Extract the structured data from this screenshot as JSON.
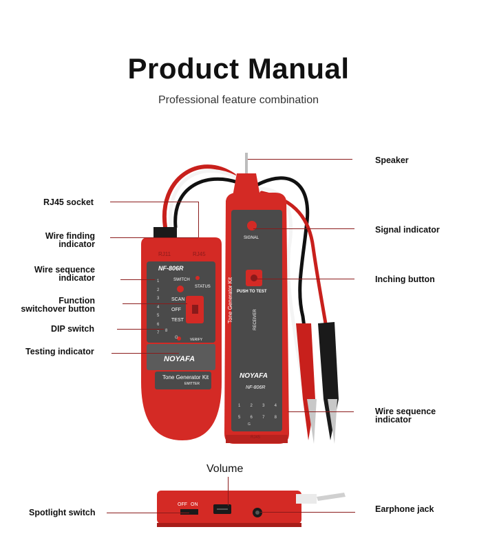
{
  "header": {
    "title": "Product Manual",
    "subtitle": "Professional feature combination"
  },
  "labels_left": {
    "rj45_socket": "RJ45 socket",
    "wire_finding_1": "Wire finding",
    "wire_finding_2": "indicator",
    "wire_sequence_1": "Wire sequence",
    "wire_sequence_2": "indicator",
    "function_1": "Function",
    "function_2": "switchover button",
    "dip_switch": "DIP switch",
    "testing_indicator": "Testing indicator",
    "spotlight_switch": "Spotlight switch"
  },
  "labels_right": {
    "speaker": "Speaker",
    "signal_indicator": "Signal indicator",
    "inching_button": "Inching button",
    "wire_sequence_1": "Wire sequence",
    "wire_sequence_2": "indicator",
    "earphone_jack": "Earphone jack"
  },
  "volume_label": "Volume",
  "emitter": {
    "model": "NF-806R",
    "port_left": "RJ11",
    "port_right": "RJ45",
    "switch_label": "SWITCH",
    "status_label": "STATUS",
    "scan": "SCAN",
    "off": "OFF",
    "test": "TEST",
    "verify": "VERIFY",
    "brand": "NOYAFA",
    "kit_name": "Tone Generator Kit",
    "kit_role": "EMITTER",
    "numbers": [
      "1",
      "2",
      "3",
      "4",
      "5",
      "6",
      "7",
      "8",
      "G"
    ]
  },
  "receiver": {
    "signal": "SIGNAL",
    "push_to_test": "PUSH TO TEST",
    "kit_name": "Tone Generator Kit",
    "kit_role": "RECEIVER",
    "brand": "NOYAFA",
    "model": "NF-806R",
    "numbers_top": [
      "1",
      "2",
      "3",
      "4"
    ],
    "numbers_bottom": [
      "5",
      "6",
      "7",
      "8"
    ],
    "ground": "G",
    "bottom_port": "RJ45"
  },
  "spotlight": {
    "off": "OFF",
    "on": "ON"
  },
  "colors": {
    "device_red": "#d42a25",
    "panel_gray": "#4a4a4a",
    "leader_line": "#8a1a1a"
  }
}
